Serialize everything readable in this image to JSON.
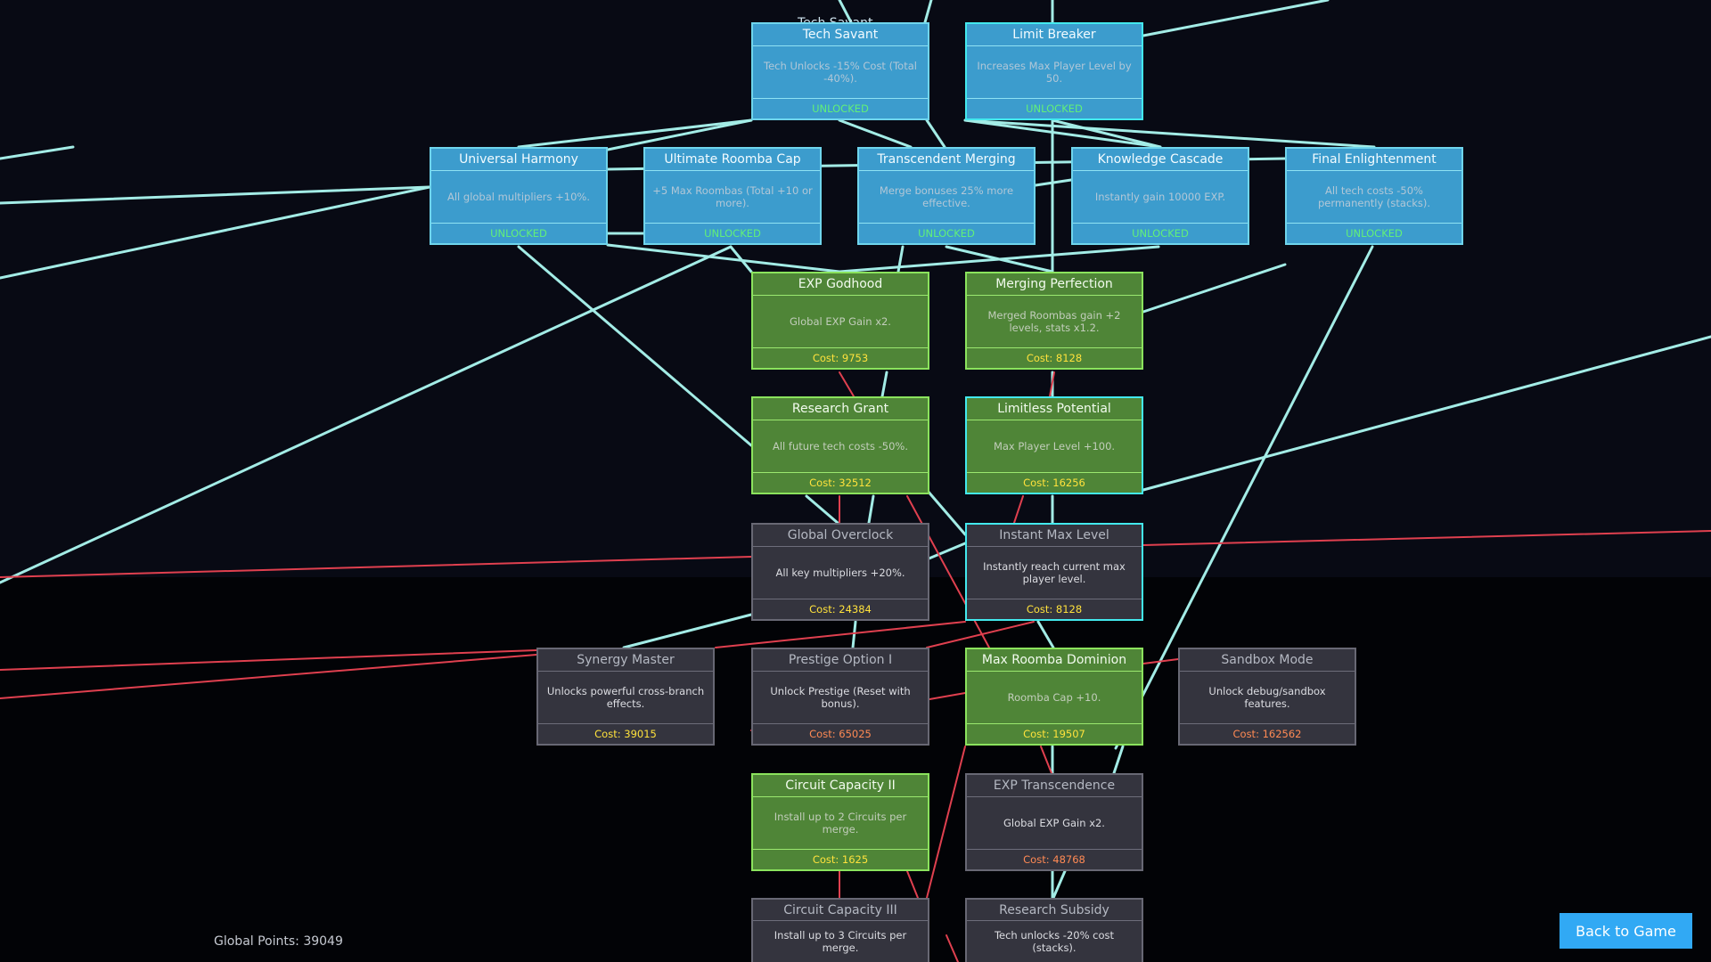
{
  "ghost_label": "Tech Savant",
  "global_points": "Global Points: 39049",
  "back_button": "Back to Game",
  "colors": {
    "unlocked": "#3c9ccd",
    "available": "#4f8537",
    "locked": "#34343e",
    "cyan_link": "#a3ece6",
    "red_link": "#e0404f",
    "button": "#31a9f4"
  },
  "nodes": {
    "tech_savant": {
      "title": "Tech Savant",
      "desc": "Tech Unlocks -15% Cost (Total -40%).",
      "foot": "UNLOCKED"
    },
    "limit_breaker": {
      "title": "Limit Breaker",
      "desc": "Increases Max Player Level by 50.",
      "foot": "UNLOCKED"
    },
    "universal_harmony": {
      "title": "Universal Harmony",
      "desc": "All global multipliers +10%.",
      "foot": "UNLOCKED"
    },
    "ultimate_roomba_cap": {
      "title": "Ultimate Roomba Cap",
      "desc": "+5 Max Roombas (Total +10 or more).",
      "foot": "UNLOCKED"
    },
    "transcendent_merging": {
      "title": "Transcendent Merging",
      "desc": "Merge bonuses 25% more effective.",
      "foot": "UNLOCKED"
    },
    "knowledge_cascade": {
      "title": "Knowledge Cascade",
      "desc": "Instantly gain 10000 EXP.",
      "foot": "UNLOCKED"
    },
    "final_enlightenment": {
      "title": "Final Enlightenment",
      "desc": "All tech costs -50% permanently (stacks).",
      "foot": "UNLOCKED"
    },
    "exp_godhood": {
      "title": "EXP Godhood",
      "desc": "Global EXP Gain x2.",
      "foot": "Cost: 9753"
    },
    "merging_perfection": {
      "title": "Merging Perfection",
      "desc": "Merged Roombas gain +2 levels, stats x1.2.",
      "foot": "Cost: 8128"
    },
    "research_grant": {
      "title": "Research Grant",
      "desc": "All future tech costs -50%.",
      "foot": "Cost: 32512"
    },
    "limitless_potential": {
      "title": "Limitless Potential",
      "desc": "Max Player Level +100.",
      "foot": "Cost: 16256"
    },
    "global_overclock": {
      "title": "Global Overclock",
      "desc": "All key multipliers +20%.",
      "foot": "Cost: 24384"
    },
    "instant_max_level": {
      "title": "Instant Max Level",
      "desc": "Instantly reach current max player level.",
      "foot": "Cost: 8128"
    },
    "synergy_master": {
      "title": "Synergy Master",
      "desc": "Unlocks powerful cross-branch effects.",
      "foot": "Cost: 39015"
    },
    "prestige_option_1": {
      "title": "Prestige Option I",
      "desc": "Unlock Prestige (Reset with bonus).",
      "foot": "Cost: 65025"
    },
    "max_roomba_dominion": {
      "title": "Max Roomba Dominion",
      "desc": "Roomba Cap +10.",
      "foot": "Cost: 19507"
    },
    "sandbox_mode": {
      "title": "Sandbox Mode",
      "desc": "Unlock debug/sandbox features.",
      "foot": "Cost: 162562"
    },
    "circuit_capacity_2": {
      "title": "Circuit Capacity II",
      "desc": "Install up to 2 Circuits per merge.",
      "foot": "Cost: 1625"
    },
    "exp_transcendence": {
      "title": "EXP Transcendence",
      "desc": "Global EXP Gain x2.",
      "foot": "Cost: 48768"
    },
    "circuit_capacity_3": {
      "title": "Circuit Capacity III",
      "desc": "Install up to 3 Circuits per merge.",
      "foot": ""
    },
    "research_subsidy": {
      "title": "Research Subsidy",
      "desc": "Tech unlocks -20% cost (stacks).",
      "foot": ""
    }
  }
}
